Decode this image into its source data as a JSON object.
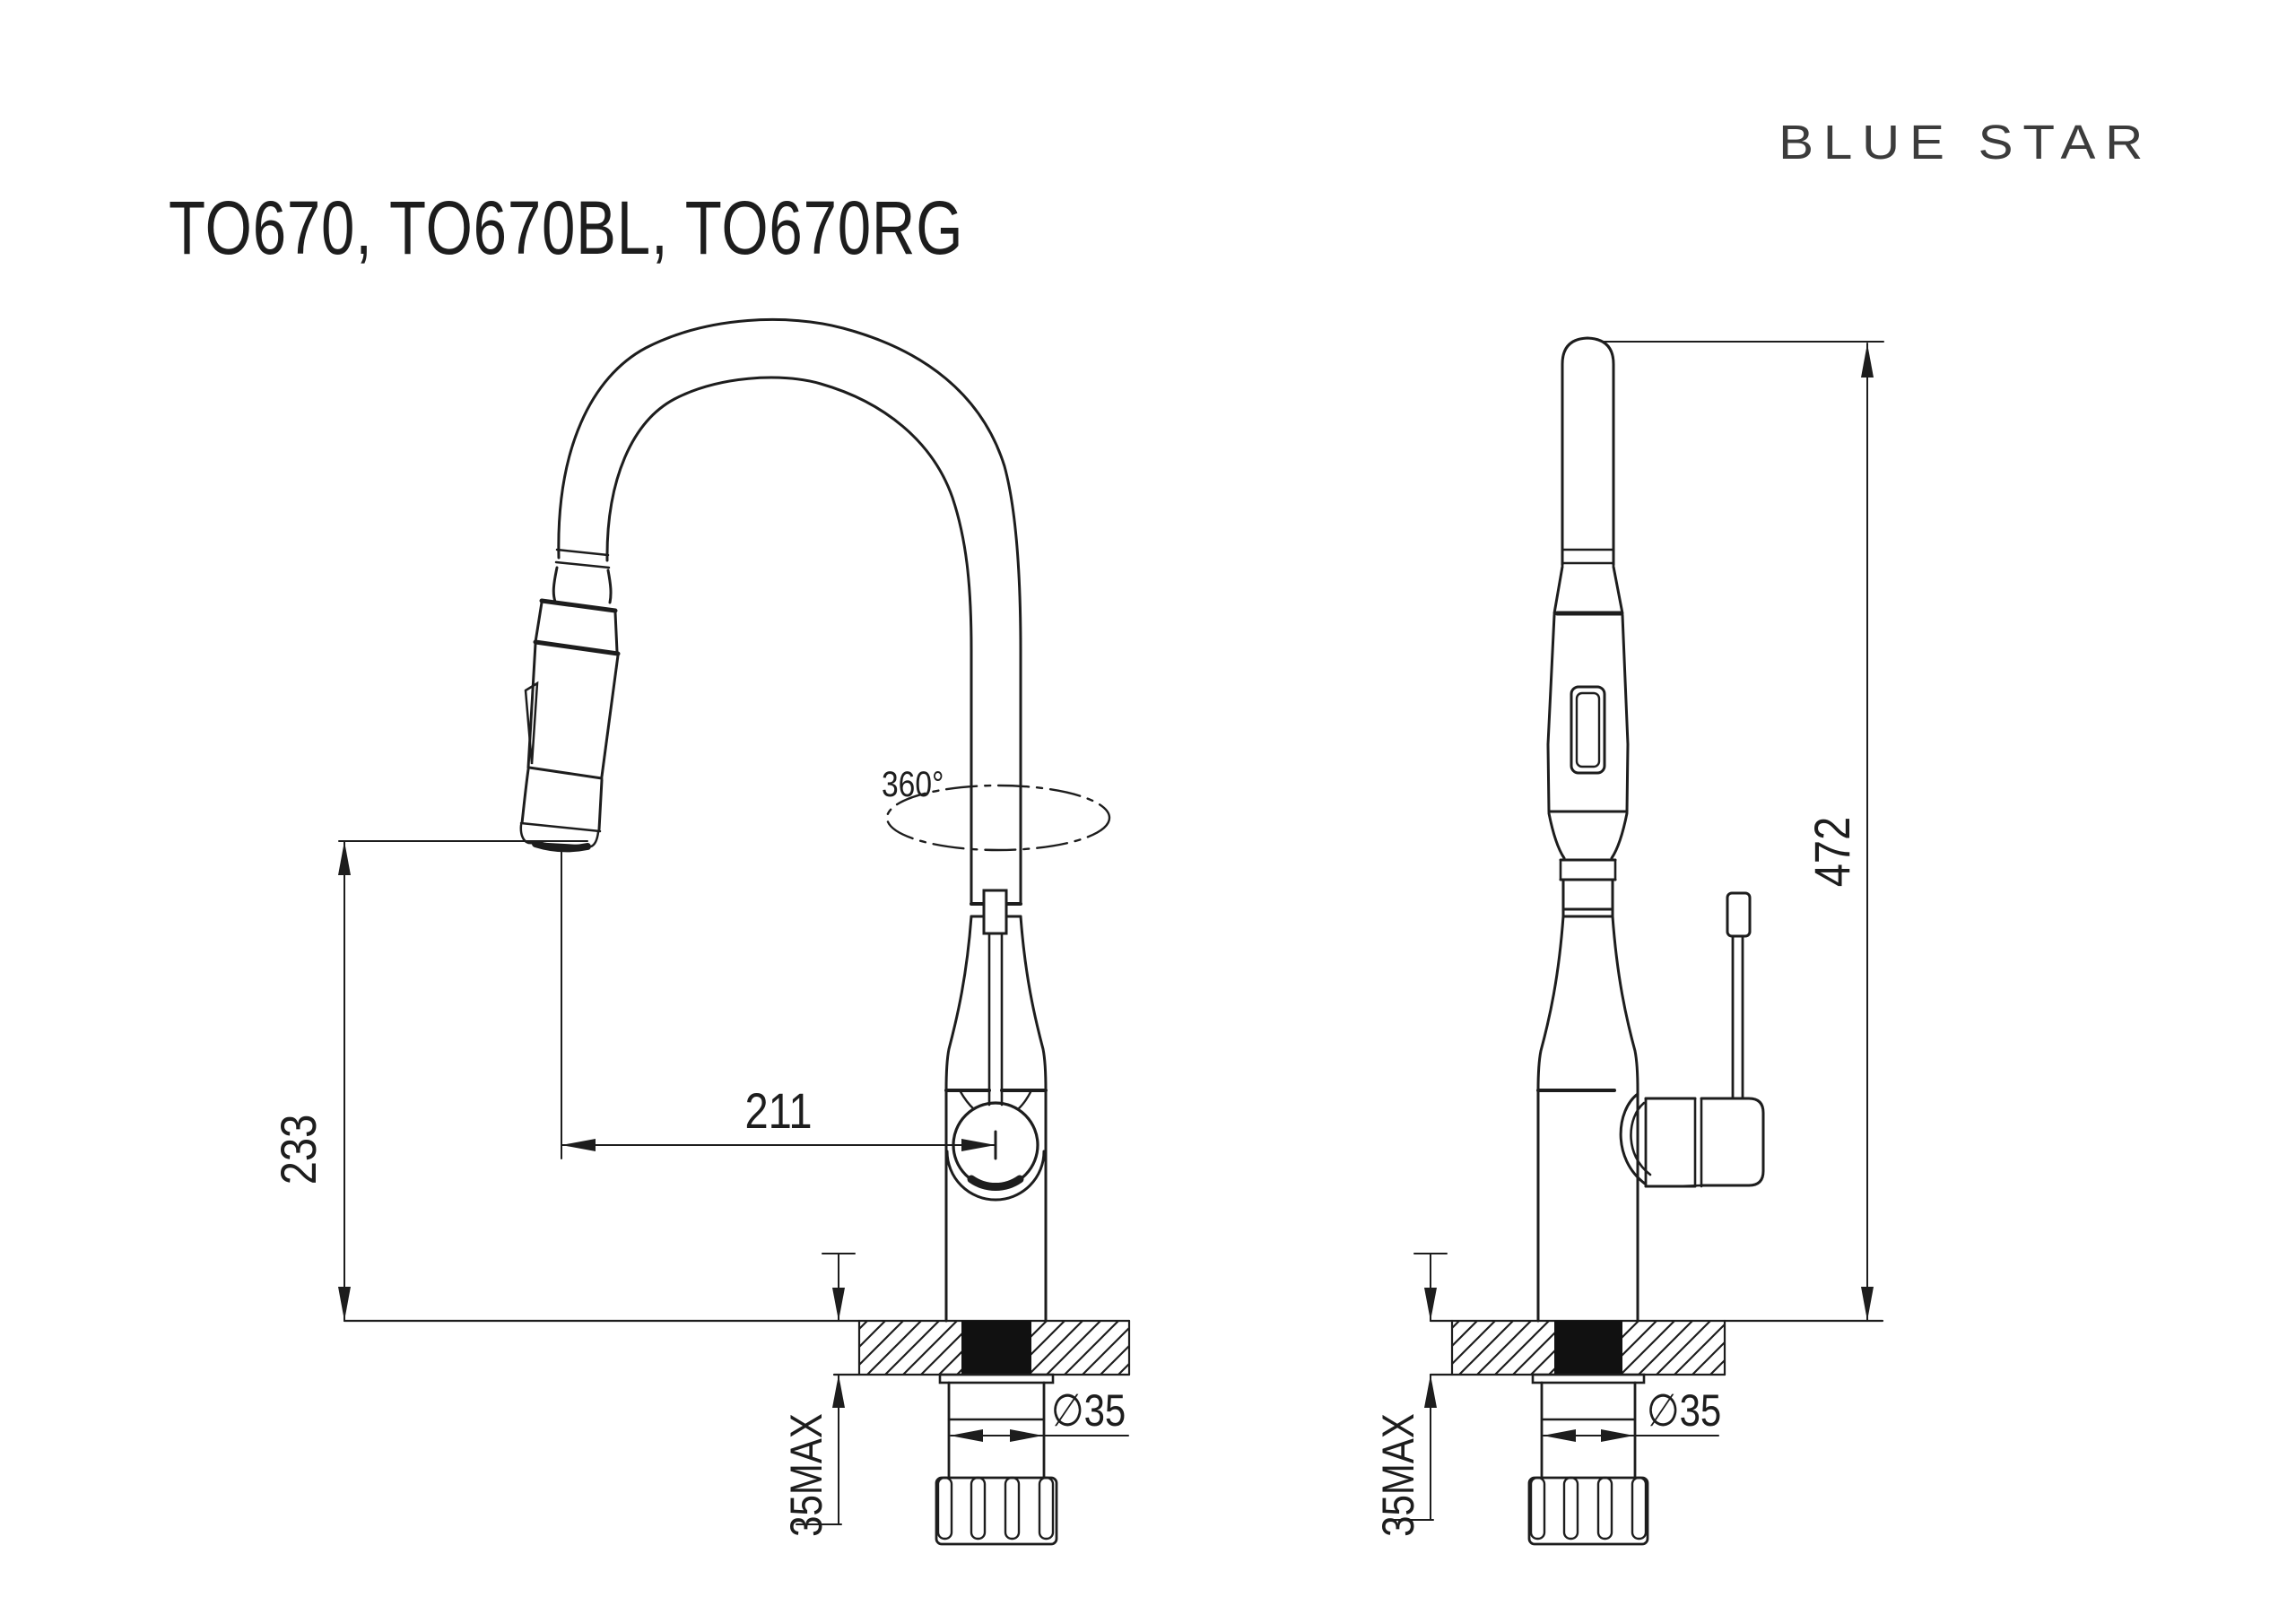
{
  "meta": {
    "background": "#ffffff",
    "line_color": "#1d1d1d",
    "brand_color": "#3c3c3c"
  },
  "header": {
    "title": "TO670, TO670BL, TO670RG",
    "brand": "BLUE STAR"
  },
  "annotations": {
    "height_233": "233",
    "reach_211": "211",
    "swivel_360": "360°",
    "overall_472": "472",
    "diameter_front": "∅35",
    "diameter_side": "∅35",
    "max_deck_front": "35MAX",
    "max_deck_side": "35MAX"
  }
}
